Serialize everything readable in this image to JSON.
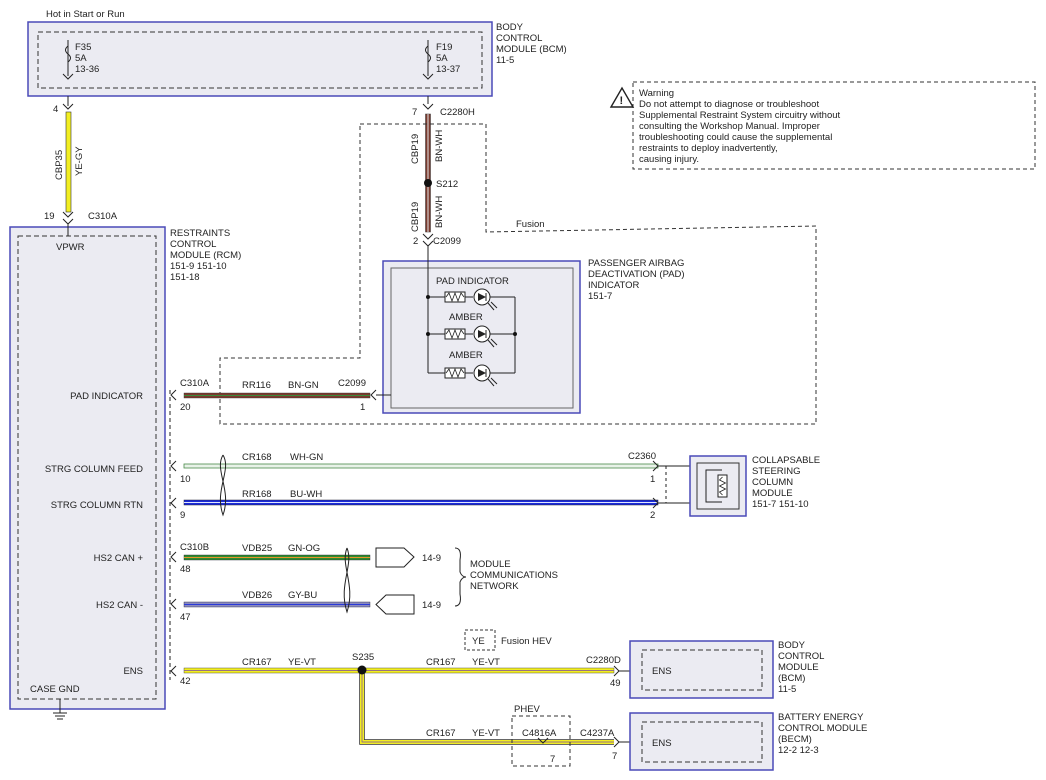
{
  "header": {
    "power_label": "Hot in Start or Run"
  },
  "bcm_top": {
    "title_lines": [
      "BODY",
      "CONTROL",
      "MODULE (BCM)",
      "11-5"
    ],
    "fuse_left": {
      "id": "F35",
      "rating": "5A",
      "ref": "13-36"
    },
    "fuse_right": {
      "id": "F19",
      "rating": "5A",
      "ref": "13-37"
    }
  },
  "warning": {
    "lines": [
      "Warning",
      "Do not attempt to diagnose or troubleshoot",
      "Supplemental Restraint System circuitry without",
      "consulting the Workshop Manual. Improper",
      "troubleshooting could cause the supplemental",
      "restraints to deploy inadvertently,",
      "causing injury."
    ]
  },
  "wire_cbp35": {
    "pin_top": "4",
    "circuit": "CBP35",
    "color": "YE-GY",
    "pin_bottom": "19",
    "connector": "C310A"
  },
  "wire_cbp19": {
    "pin_top": "7",
    "connector_top": "C2280H",
    "circuit": "CBP19",
    "color": "BN-WH",
    "splice": "S212",
    "pin_bottom": "2",
    "connector_bottom": "C2099"
  },
  "fusion_label": "Fusion",
  "rcm": {
    "title_lines": [
      "RESTRAINTS",
      "CONTROL",
      "MODULE (RCM)",
      "151-9    151-10",
      "151-18"
    ],
    "vpwr": "VPWR",
    "case_gnd": "CASE GND",
    "pins": [
      "PAD INDICATOR",
      "STRG COLUMN FEED",
      "STRG COLUMN RTN",
      "HS2 CAN +",
      "HS2 CAN -",
      "ENS"
    ]
  },
  "pad": {
    "title_lines": [
      "PASSENGER AIRBAG",
      "DEACTIVATION (PAD)",
      "INDICATOR",
      "151-7"
    ],
    "lamp_labels": [
      "PAD INDICATOR",
      "AMBER",
      "AMBER"
    ]
  },
  "wires": {
    "pad_ind": {
      "conn_left": "C310A",
      "pin_left": "20",
      "circuit": "RR116",
      "color": "BN-GN",
      "conn_right": "C2099",
      "pin_right": "1"
    },
    "strg_feed": {
      "pin_left": "10",
      "circuit": "CR168",
      "color": "WH-GN",
      "conn_right": "C2360",
      "pin_right": "1"
    },
    "strg_rtn": {
      "pin_left": "9",
      "circuit": "RR168",
      "color": "BU-WH",
      "pin_right": "2"
    },
    "can_hi": {
      "conn_left": "C310B",
      "pin_left": "48",
      "circuit": "VDB25",
      "color": "GN-OG",
      "ref": "14-9"
    },
    "can_lo": {
      "pin_left": "47",
      "circuit": "VDB26",
      "color": "GY-BU",
      "ref": "14-9"
    },
    "ens": {
      "pin_left": "42",
      "circuit": "CR167",
      "color": "YE-VT",
      "splice": "S235"
    },
    "ens_bcm": {
      "circuit": "CR167",
      "color": "YE-VT",
      "conn": "C2280D",
      "pin": "49"
    },
    "ens_becm": {
      "circuit": "CR167",
      "color": "YE-VT",
      "conn_mid": "C4816A",
      "pin_mid": "7",
      "conn": "C4237A",
      "pin": "7"
    }
  },
  "mcn": {
    "lines": [
      "MODULE",
      "COMMUNICATIONS",
      "NETWORK"
    ]
  },
  "column": {
    "title_lines": [
      "COLLAPSABLE",
      "STEERING",
      "COLUMN",
      "MODULE",
      "151-7    151-10"
    ]
  },
  "fusion_hev": {
    "box": "YE",
    "label": "Fusion HEV"
  },
  "phev": {
    "label": "PHEV"
  },
  "bcm_bottom": {
    "title_lines": [
      "BODY",
      "CONTROL",
      "MODULE",
      "(BCM)",
      "11-5"
    ],
    "ens": "ENS"
  },
  "becm": {
    "title_lines": [
      "BATTERY ENERGY",
      "CONTROL MODULE",
      "(BECM)",
      "12-2    12-3"
    ],
    "ens": "ENS"
  }
}
